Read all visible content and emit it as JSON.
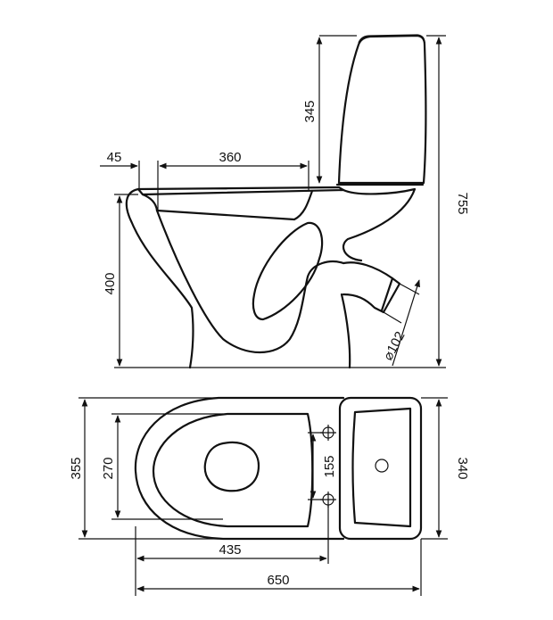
{
  "side_view": {
    "dims": {
      "seat_rim_offset": "45",
      "seat_depth": "360",
      "tank_height": "345",
      "total_height": "755",
      "bowl_height": "400",
      "outlet_diameter": "⌀102"
    }
  },
  "top_view": {
    "dims": {
      "overall_width": "355",
      "seat_width": "270",
      "mount_spacing": "155",
      "tank_width": "340",
      "bowl_length": "435",
      "overall_length": "650"
    }
  }
}
